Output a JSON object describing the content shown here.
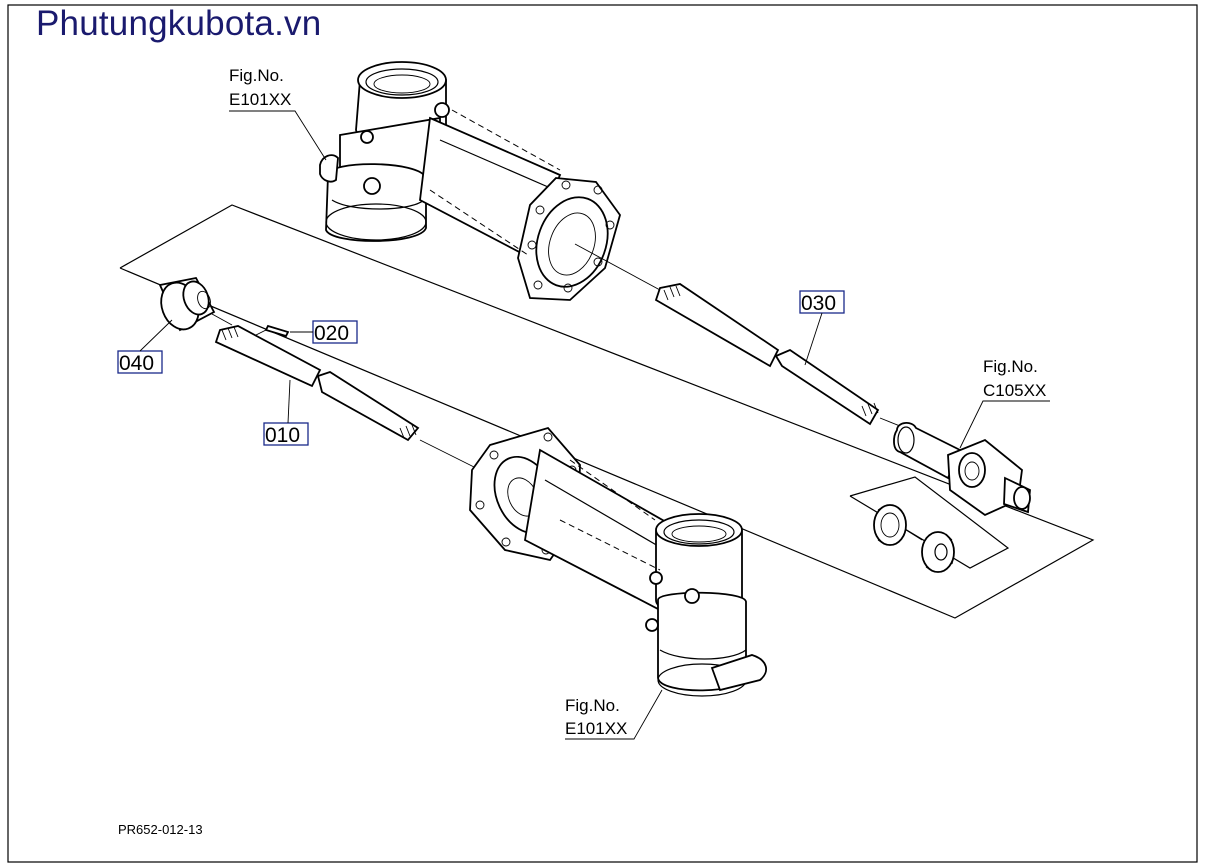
{
  "header": {
    "brand": "Phutungkubota.vn"
  },
  "references": [
    {
      "fig_label": "Fig.No.",
      "fig_code": "E101XX"
    },
    {
      "fig_label": "Fig.No.",
      "fig_code": "C105XX"
    },
    {
      "fig_label": "Fig.No.",
      "fig_code": "E101XX"
    }
  ],
  "parts": [
    "010",
    "020",
    "030",
    "040"
  ],
  "footer": {
    "doc_code": "PR652-012-13"
  },
  "colors": {
    "brand": "#1a1a6e",
    "label_box": "#1a2a8a",
    "line": "#000000"
  }
}
